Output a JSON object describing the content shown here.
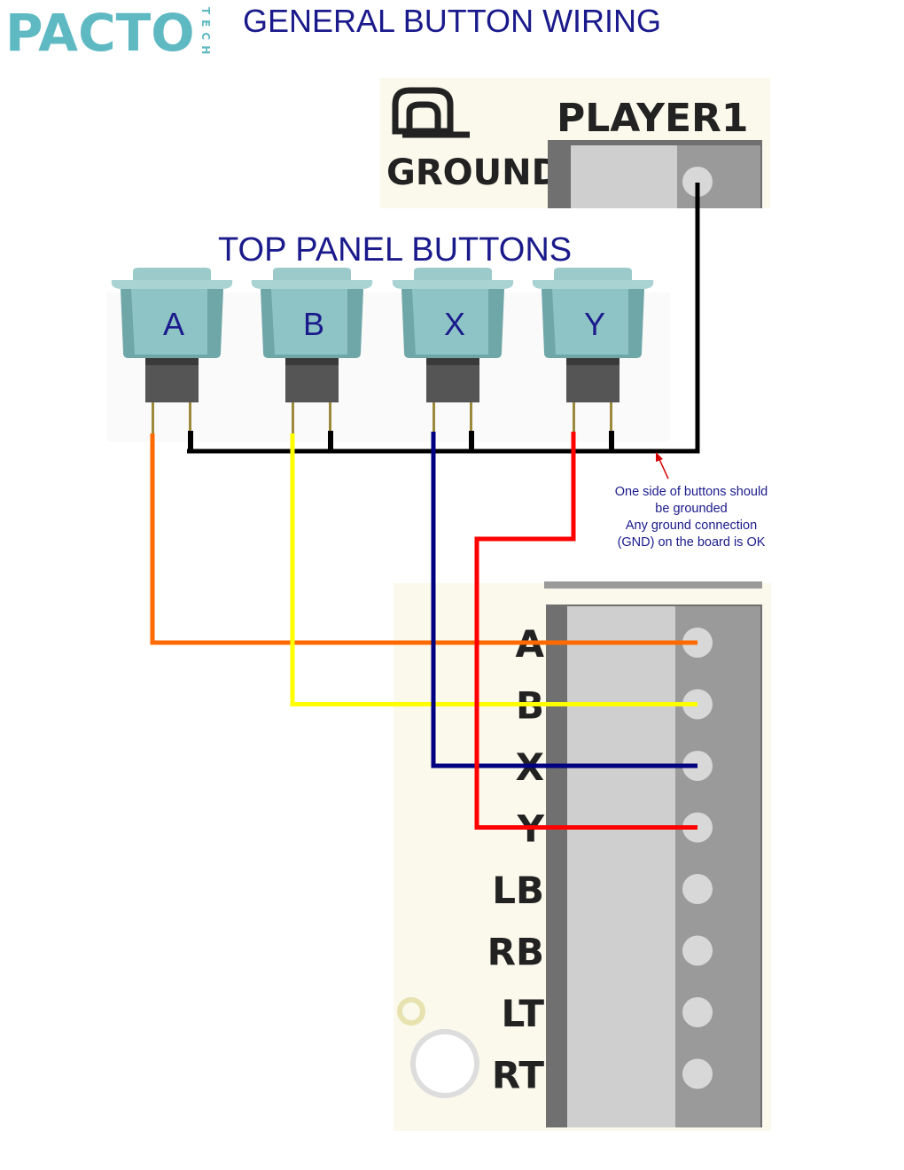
{
  "logo": {
    "word": "PACTO",
    "sub": "TECH"
  },
  "title": "GENERAL BUTTON WIRING",
  "panel_title": "TOP PANEL BUTTONS",
  "top_board": {
    "ground_label": "GROUND",
    "player_label": "PLAYER1"
  },
  "buttons": [
    {
      "label": "A",
      "wire_color": "#ff6a00"
    },
    {
      "label": "B",
      "wire_color": "#ffff00"
    },
    {
      "label": "X",
      "wire_color": "#000080"
    },
    {
      "label": "Y",
      "wire_color": "#ff0000"
    }
  ],
  "ground_wire_color": "#000000",
  "note": {
    "lines": [
      "One side of buttons should",
      "be grounded",
      "Any ground connection",
      "(GND) on the board is OK"
    ],
    "arrow_color": "#d40000"
  },
  "bottom_board": {
    "pins": [
      "A",
      "B",
      "X",
      "Y",
      "LB",
      "RB",
      "LT",
      "RT"
    ]
  },
  "colors": {
    "button_body": "#8fc4c6",
    "button_dark": "#6fa6a8",
    "switch_body": "#555555",
    "board_bg": "#fbf9ec",
    "strip_dark": "#707070",
    "strip_light": "#cfcfcf",
    "strip_pad": "#9a9a9a"
  }
}
